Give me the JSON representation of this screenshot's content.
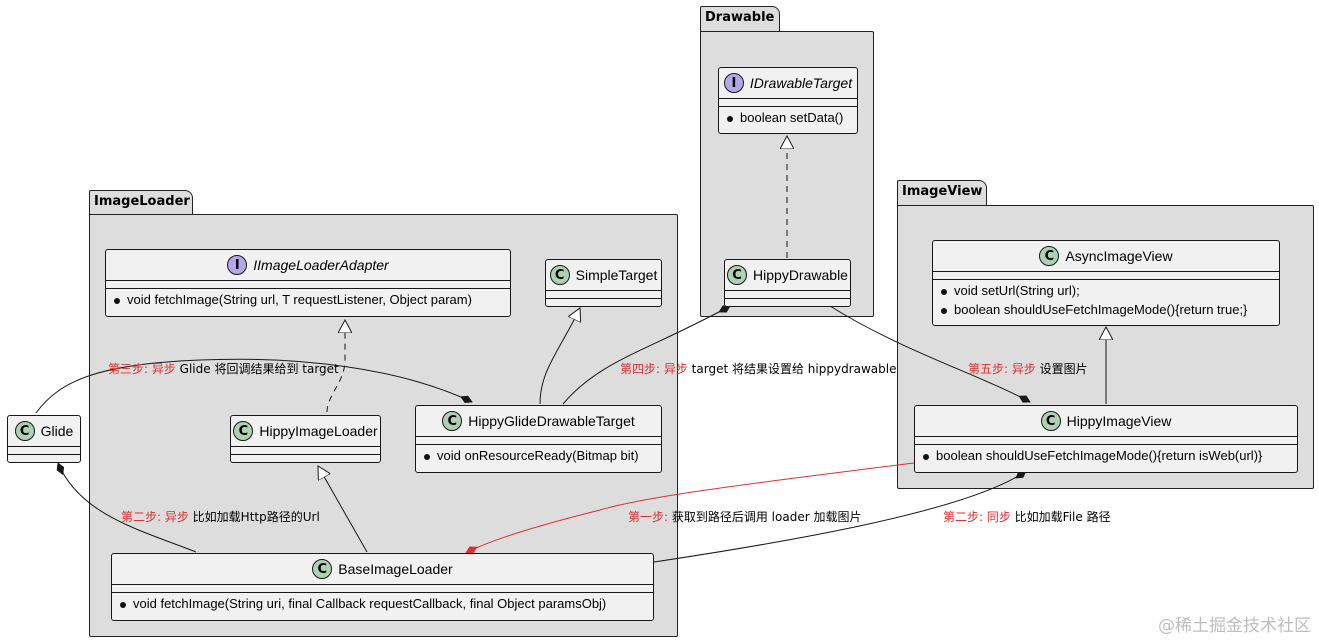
{
  "packages": {
    "drawable": "Drawable",
    "imageloader": "ImageLoader",
    "imageview": "ImageView"
  },
  "classes": {
    "idrawabletarget": {
      "name": "IDrawableTarget",
      "methods": [
        "boolean setData()"
      ]
    },
    "hippydrawable": {
      "name": "HippyDrawable"
    },
    "iimageloaderadapter": {
      "name": "IImageLoaderAdapter",
      "methods": [
        "void fetchImage(String url, T requestListener, Object param)"
      ]
    },
    "simpletarget": {
      "name": "SimpleTarget"
    },
    "hippyimageloader": {
      "name": "HippyImageLoader"
    },
    "hippyglidedrawabletarget": {
      "name": "HippyGlideDrawableTarget",
      "methods": [
        "void onResourceReady(Bitmap bit)"
      ]
    },
    "glide": {
      "name": "Glide"
    },
    "baseimageloader": {
      "name": "BaseImageLoader",
      "methods": [
        "void fetchImage(String uri, final Callback requestCallback, final Object paramsObj)"
      ]
    },
    "asyncimageview": {
      "name": "AsyncImageView",
      "methods": [
        "void setUrl(String url);",
        "boolean shouldUseFetchImageMode(){return true;}"
      ]
    },
    "hippyimageview": {
      "name": "HippyImageView",
      "methods": [
        "boolean shouldUseFetchImageMode(){return isWeb(url)}"
      ]
    }
  },
  "stereotype_letters": {
    "class": "C",
    "interface": "I"
  },
  "edge_labels": {
    "step3": {
      "red": "第三步: 异步",
      "text": " Glide 将回调结果给到 target"
    },
    "step4": {
      "red": "第四步: 异步",
      "text": " target 将结果设置给 hippydrawable"
    },
    "step5": {
      "red": "第五步: 异步",
      "text": " 设置图片"
    },
    "step2_async": {
      "red": "第二步: 异步",
      "text": "  比如加载Http路径的Url"
    },
    "step1": {
      "red": "第一步:",
      "text": " 获取到路径后调用 loader 加载图片"
    },
    "step2_sync": {
      "red": "第二步: 同步",
      "text": "   比如加载File 路径"
    }
  },
  "colors": {
    "package_bg": "#dddddd",
    "class_bg": "#f1f1f1",
    "class_circle": "#add1b2",
    "interface_circle": "#b4a7e5",
    "step_red": "#e03030",
    "step1_line": "#e03030"
  },
  "watermark": "@稀土掘金技术社区"
}
